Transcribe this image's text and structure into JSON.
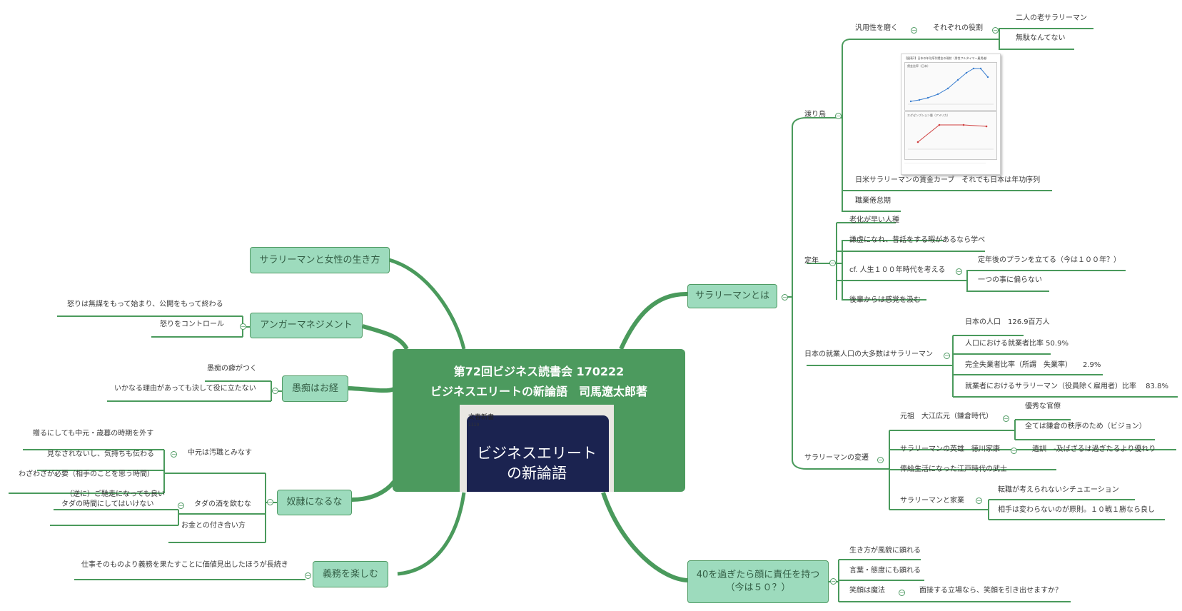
{
  "colors": {
    "branch": "#4a9a5c",
    "node_fill": "#9ddbbd",
    "central": "#4c9a5e"
  },
  "central": {
    "line1": "第72回ビジネス読書会 170222",
    "line2": "ビジネスエリートの新論語　司馬遼太郎著",
    "cover": {
      "publisher": "文春新書",
      "number": "1110",
      "title1": "ビジネスエリート",
      "title2": "の新論語"
    }
  },
  "right": {
    "salaryman": {
      "label": "サラリーマンとは",
      "watari": {
        "label": "渡り鳥",
        "hanyou": "汎用性を磨く",
        "yakuwari": "それぞれの役割",
        "ninin": "二人の老サラリーマン",
        "mudanashi": "無駄なんてない",
        "chart_caption": "日米サラリーマンの賃金カーブ　それでも日本は年功序列",
        "taidan": "職業倦怠期",
        "thumb": {
          "header": "【図表2】日本の年功序列賃金の現状（男性フルタイマー雇用者）",
          "panel1_title": "賃金比率（日本）",
          "panel2_title": "エグゼンプション層（アメリカ）"
        }
      },
      "teinen": {
        "label": "定年",
        "rouka": "老化が早い人種",
        "kenkyo": "謙虚になれ、昔話をする暇があるなら学べ",
        "cf": "cf. 人生１００年時代を考える",
        "plan": "定年後のプランを立てる（今は１００年？）",
        "hitotsu": "一つの事に偏らない",
        "kohai": "後輩からは感覚を汲む"
      },
      "jinko": {
        "label": "日本の就業人口の大多数はサラリーマン",
        "items": [
          "日本の人口　126.9百万人",
          "人口における就業者比率 50.9%",
          "完全失業者比率（所謂　失業率）　　2.9%",
          "就業者におけるサラリーマン（役員除く雇用者）比率　 83.8%"
        ]
      },
      "hensen": {
        "label": "サラリーマンの変遷",
        "ganso": "元祖　大江広元（鎌倉時代）",
        "yushu": "優秀な官僚",
        "kamakura": "全ては鎌倉の秩序のため（ビジョン）",
        "eiyu": "サラリーマンの英雄　徳川家康",
        "ikun": "遺訓　-及ばざるは過ぎたるより優れり",
        "horoku": "俸給生活になった江戸時代の武士",
        "kaisha": "サラリーマンと家業",
        "tenshoku": "転職が考えられないシチュエーション",
        "aite": "相手は変わらないのが原則。１０戦１勝なら良し"
      }
    },
    "kao": {
      "line1": "40を過ぎたら顔に責任を持つ",
      "line2": "（今は５０？）",
      "ikikata": "生き方が風貌に顕れる",
      "gengo": "言葉・態度にも顕れる",
      "egao": "笑顔は魔法",
      "mensetsu": "面接する立場なら、笑顔を引き出せますか？"
    }
  },
  "left": {
    "josei": {
      "label": "サラリーマンと女性の生き方"
    },
    "anger": {
      "label": "アンガーマネジメント",
      "ikari": "怒りは無謀をもって始まり、公開をもって終わる",
      "control": "怒りをコントロール"
    },
    "guchi": {
      "label": "愚痴はお経",
      "kuse": "愚痴の癖がつく",
      "riyuu": "いかなる理由があっても決して役に立たない"
    },
    "dorei": {
      "label": "奴隷になるな",
      "chugen": "中元は汚職とみなす",
      "okuru": "贈るにしても中元・歳暮の時期を外す",
      "minasare": "見なされないし、気持ちも伝わる",
      "waza": "わざわざが必要（相手のことを思う時間）",
      "tada": "タダの酒を飲むな",
      "gyaku": "（逆に）ご馳走になっても良い",
      "tadajikan": "タダの時間にしてはいけない",
      "okane": "お金との付き合い方"
    },
    "gimu": {
      "label": "義務を楽しむ",
      "shigoto": "仕事そのものより義務を果たすことに価値見出したほうが長続き"
    }
  }
}
